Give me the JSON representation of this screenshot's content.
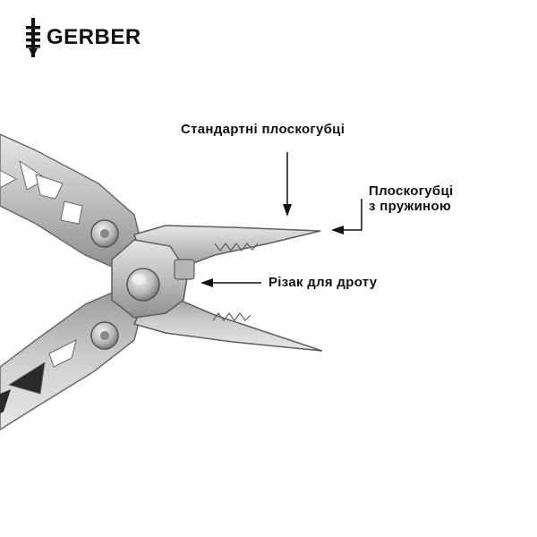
{
  "brand": {
    "name": "GERBER",
    "logo_icon": "gerber-sword-logo-icon"
  },
  "labels": {
    "standard_pliers": "Стандартні плоскогубці",
    "spring_pliers_line1": "Плоскогубці",
    "spring_pliers_line2": "з пружиною",
    "wire_cutter": "Різак для дроту"
  },
  "colors": {
    "text": "#111111",
    "steel_light": "#d9d9d9",
    "steel_mid": "#b3b3b3",
    "steel_dark": "#7a7a7a",
    "background": "#ffffff"
  }
}
